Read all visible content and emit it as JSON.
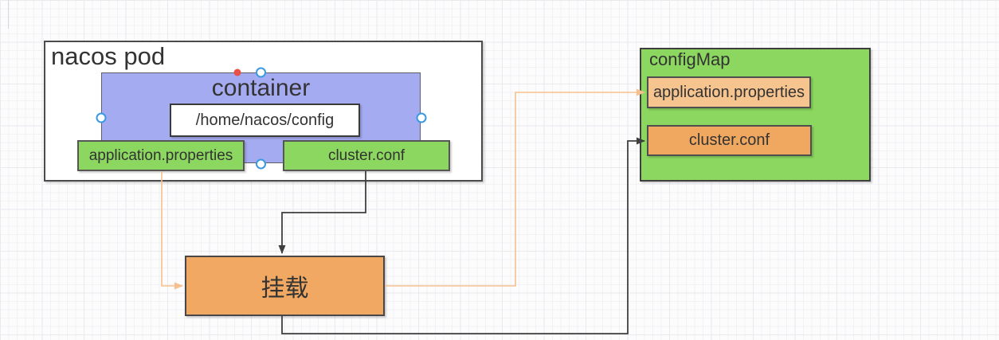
{
  "theme": {
    "background": "#fcfcfd",
    "grid_minor_color": "#f2f2f5",
    "grid_major_color": "#e9e9ee",
    "text_color": "#333333",
    "connector_orange": "#f5c08d",
    "connector_black": "#3f3f3f",
    "page_edge_color": "#d8d8de"
  },
  "editor": {
    "handle_fill": "#ffffff",
    "handle_ring": "#3b99e0",
    "endpoint_fill": "#e8514a"
  },
  "nodes": {
    "nacos_pod": {
      "label": "nacos pod",
      "fill": "#ffffff",
      "border": "#4b4b4b"
    },
    "container": {
      "label": "container",
      "fill": "#a5abf1",
      "border": "#5f5f68"
    },
    "config_path": {
      "label": "/home/nacos/config",
      "fill": "#ffffff",
      "border": "#3a3a3a"
    },
    "pod_application_properties": {
      "label": "application.properties",
      "fill": "#8bd75f",
      "border": "#565656"
    },
    "pod_cluster_conf": {
      "label": "cluster.conf",
      "fill": "#8bd75f",
      "border": "#565656"
    },
    "mount": {
      "label": "挂载",
      "fill": "#f0a862",
      "border": "#484848"
    },
    "configmap": {
      "label": "configMap",
      "fill": "#8bd75f",
      "border": "#3f3f3f"
    },
    "cm_application_properties": {
      "label": "application.properties",
      "fill": "#f6c48f",
      "border": "#4f4f4f"
    },
    "cm_cluster_conf": {
      "label": "cluster.conf",
      "fill": "#f0a75f",
      "border": "#4f4f4f"
    }
  }
}
